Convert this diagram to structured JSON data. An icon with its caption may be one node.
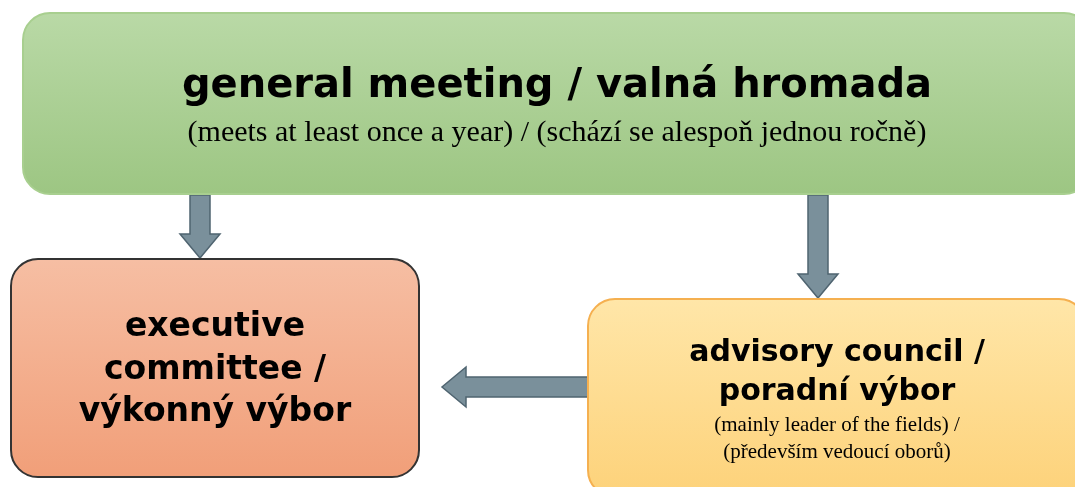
{
  "diagram": {
    "nodes": [
      {
        "text": [
          "general meeting / valná hromada",
          "(meets at least once a year) / (schází se alespoň jednou ročně)"
        ]
      },
      {
        "text": [
          "executive committee / výkonný výbor"
        ]
      },
      {
        "text": [
          "advisory council / poradní výbor",
          "(mainly leader of the fields) / (především vedoucí oborů)"
        ]
      }
    ],
    "edges": [
      {
        "from": 0,
        "to": 1,
        "arrow": "to"
      },
      {
        "from": 0,
        "to": 2,
        "arrow": "to"
      },
      {
        "from": 2,
        "to": 1,
        "arrow": "to"
      }
    ]
  }
}
